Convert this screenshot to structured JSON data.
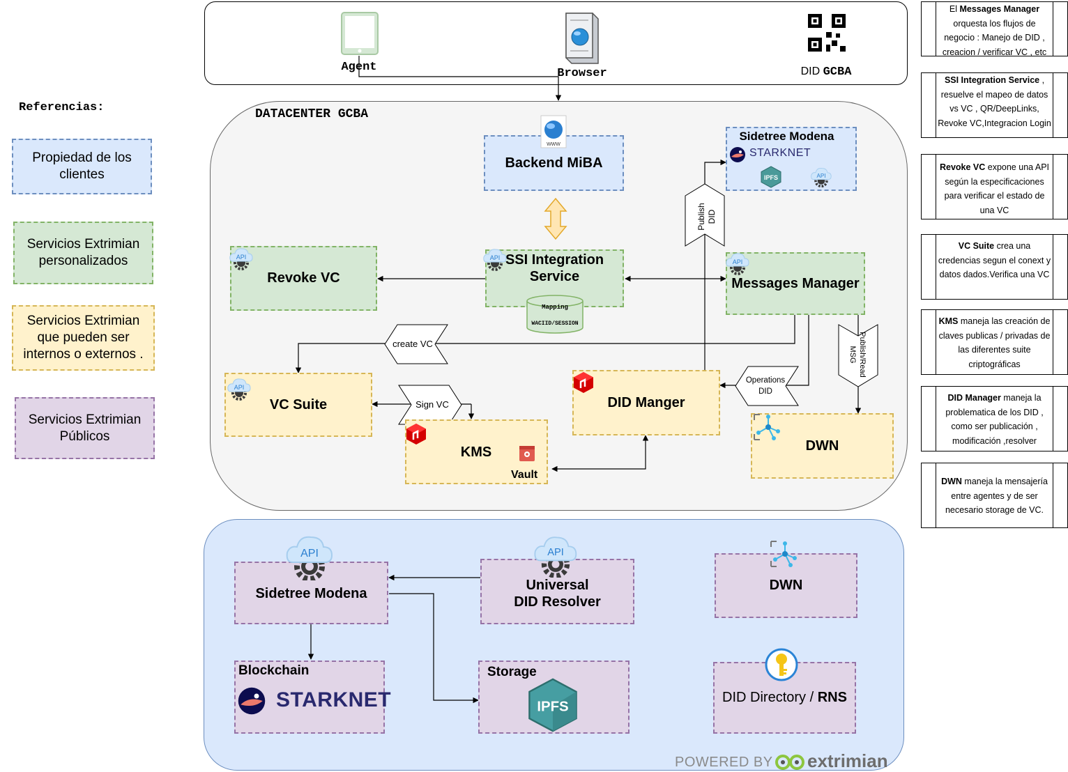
{
  "top": {
    "agent": "Agent",
    "browser": "Browser",
    "did_prefix": "DID",
    "did_bold": "GCBA"
  },
  "legend": {
    "title": "Referencias:",
    "items": [
      "Propiedad de los clientes",
      "Servicios Extrimian personalizados",
      "Servicios Extrimian que pueden ser internos o externos .",
      "Servicios Extrimian Públicos"
    ]
  },
  "datacenter": {
    "title": "DATACENTER GCBA",
    "backend": "Backend MiBA",
    "sidetree_top": "Sidetree Modena",
    "starknet_small": "STARKNET",
    "ipfs_small": "IPFS",
    "api": "API",
    "revoke": "Revoke VC",
    "ssi": "SSI Integration Service",
    "mapping_line1": "Mapping",
    "mapping_line2": "WACIID/SESSION",
    "messages": "Messages Manager",
    "create_vc": "create VC",
    "sign_vc": "Sign VC",
    "vc_suite": "VC Suite",
    "kms": "KMS",
    "vault": "Vault",
    "did_manager": "DID Manger",
    "operations_did_1": "Operations",
    "operations_did_2": "DID",
    "publish_did_1": "Publish",
    "publish_did_2": "DID",
    "publish_read_1": "Publish/Read",
    "publish_read_2": "MSG",
    "dwn": "DWN"
  },
  "public": {
    "sidetree": "Sidetree Modena",
    "resolver_1": "Universal",
    "resolver_2": "DID Resolver",
    "dwn": "DWN",
    "blockchain": "Blockchain",
    "starknet": "STARKNET",
    "storage": "Storage",
    "ipfs": "IPFS",
    "did_directory": "DID Directory / ",
    "rns": "RNS",
    "powered_by": "POWERED BY",
    "brand": "extrimian"
  },
  "notes": [
    {
      "pre": "El ",
      "bold": "Messages Manager",
      "post": " orquesta los flujos de negocio : Manejo de DID , creacion / verificar VC , etc"
    },
    {
      "pre": "",
      "bold": "SSI Integration Service",
      "post": " , resuelve el mapeo de datos vs VC , QR/DeepLinks, Revoke VC,Integracion Login"
    },
    {
      "pre": "",
      "bold": "Revoke VC",
      "post": " expone una API según la especificaciones para verificar el estado de una VC"
    },
    {
      "pre": "",
      "bold": "VC Suite",
      "post": " crea una credencias segun el conext y datos dados.Verifica una VC"
    },
    {
      "pre": "",
      "bold": "KMS",
      "post": " maneja las creación de claves publicas / privadas de las diferentes suite criptográficas"
    },
    {
      "pre": "",
      "bold": "DID Manager",
      "post": " maneja la problematica de los DID , como ser publicación , modificación ,resolver"
    },
    {
      "pre": "",
      "bold": "DWN",
      "post": " maneja la mensajería entre agentes y de ser necesario storage de VC."
    }
  ],
  "colors": {
    "blue": "#dae8fc",
    "green": "#d5e8d4",
    "yellow": "#fff2cc",
    "purple": "#e1d5e7",
    "datacenter": "#f5f5f5"
  },
  "icons": [
    "tablet-icon",
    "browser-globe-icon",
    "qr-code-icon",
    "api-cloud-gear-icon",
    "www-globe-icon",
    "starknet-logo-icon",
    "ipfs-cube-icon",
    "database-cylinder-icon",
    "kms-red-cube-icon",
    "vault-icon",
    "dwn-network-icon",
    "key-icon",
    "extrimian-logo-icon"
  ]
}
